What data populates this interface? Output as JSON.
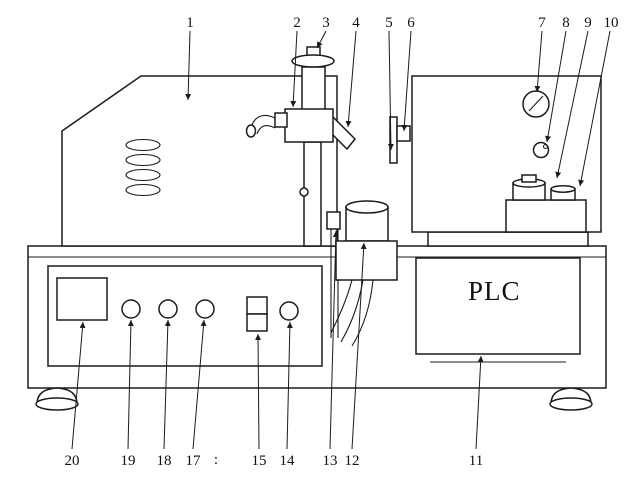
{
  "figure": {
    "plc_text": "PLC",
    "stray_mark": ":",
    "callouts": [
      {
        "n": "1"
      },
      {
        "n": "2"
      },
      {
        "n": "3"
      },
      {
        "n": "4"
      },
      {
        "n": "5"
      },
      {
        "n": "6"
      },
      {
        "n": "7"
      },
      {
        "n": "8"
      },
      {
        "n": "9"
      },
      {
        "n": "10"
      },
      {
        "n": "11"
      },
      {
        "n": "12"
      },
      {
        "n": "13"
      },
      {
        "n": "14"
      },
      {
        "n": "15"
      },
      {
        "n": "17"
      },
      {
        "n": "18"
      },
      {
        "n": "19"
      },
      {
        "n": "20"
      }
    ]
  }
}
